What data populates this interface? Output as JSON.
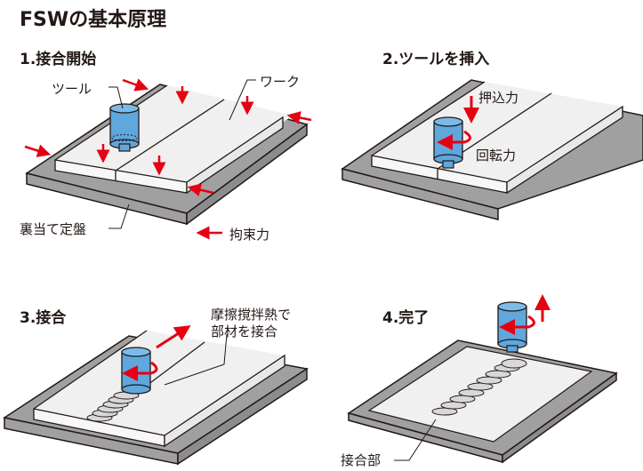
{
  "title": "FSWの基本原理",
  "steps": [
    {
      "label": "1.接合開始"
    },
    {
      "label": "2.ツールを挿入"
    },
    {
      "label": "3.接合"
    },
    {
      "label": "4.完了"
    }
  ],
  "labels": {
    "tool": "ツール",
    "work": "ワーク",
    "backing_plate": "裏当て定盤",
    "clamping_force": "拘束力",
    "press_force": "押込力",
    "rotation_force": "回転力",
    "friction_line1": "摩擦撹拌熱で",
    "friction_line2": "部材を接合",
    "joint": "接合部"
  },
  "colors": {
    "tool_blue": "#5fa7dd",
    "arrow_red": "#e60012",
    "plate_gray": "#a0a0a0",
    "work_light": "#f0f0f0",
    "outline": "#231815"
  }
}
